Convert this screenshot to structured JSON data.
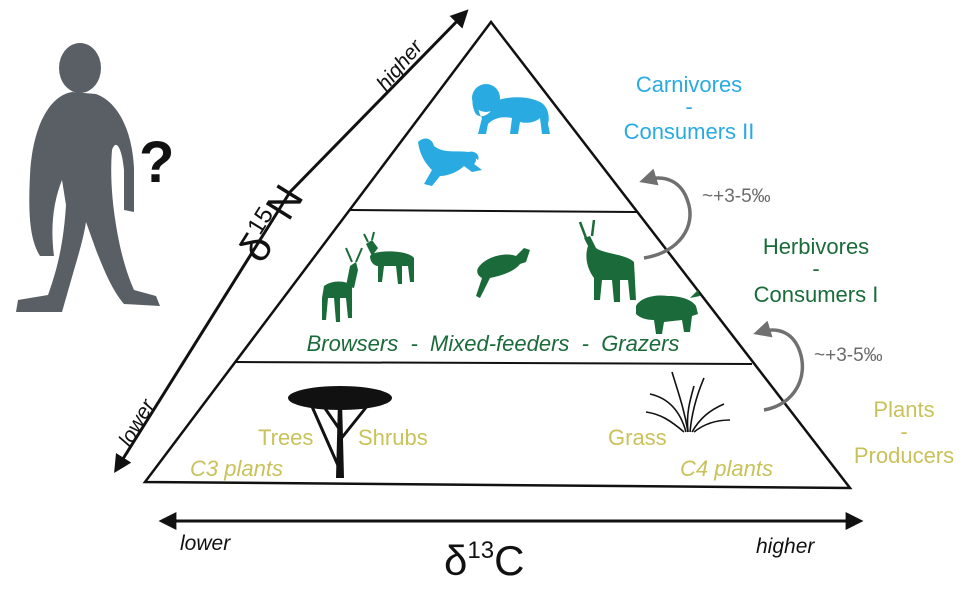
{
  "colors": {
    "carnivore": "#29abe2",
    "herbivore": "#1b6b3a",
    "plant": "#c9c25a",
    "arrow_gray": "#707070",
    "ink": "#111111",
    "hominin": "#5a5f66"
  },
  "axis": {
    "n_symbol": "δ",
    "n_mass": "15",
    "n_element": "N",
    "n_higher": "higher",
    "n_lower": "lower",
    "c_symbol": "δ",
    "c_mass": "13",
    "c_element": "C",
    "c_lower": "lower",
    "c_higher": "higher"
  },
  "question_mark": "?",
  "levels": {
    "carnivores": {
      "title": "Carnivores",
      "dash": "-",
      "subtitle": "Consumers II"
    },
    "herbivores": {
      "title": "Herbivores",
      "dash": "-",
      "subtitle": "Consumers I"
    },
    "plants": {
      "title": "Plants",
      "dash": "-",
      "subtitle": "Producers"
    }
  },
  "enrichment": {
    "upper": "~+3-5‰",
    "lower": "~+3-5‰"
  },
  "feeders_line": "Browsers  -  Mixed-feeders  -  Grazers",
  "plants_labels": {
    "trees": "Trees",
    "shrubs": "Shrubs",
    "grass": "Grass",
    "c3": "C3 plants",
    "c4": "C4 plants"
  },
  "icons": [
    "hominin-icon",
    "lion-icon",
    "cheetah-icon",
    "kudu-icon",
    "gazelle-icon",
    "impala-icon",
    "antelope-icon",
    "warthog-icon",
    "acacia-tree-icon",
    "grass-tuft-icon"
  ]
}
